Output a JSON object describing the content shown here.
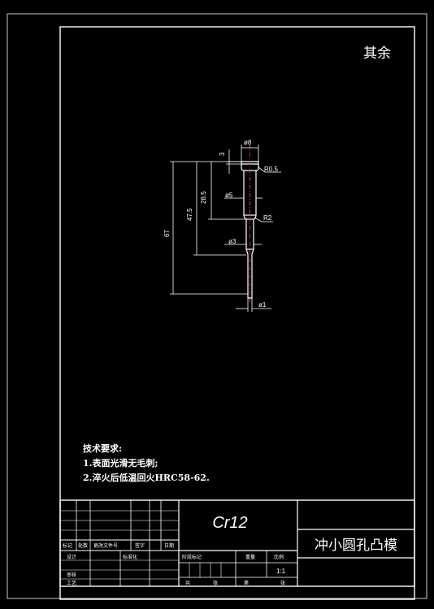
{
  "drawing": {
    "roughness_note": "其余",
    "part_name": "冲小圆孔凸模",
    "material": "Cr12",
    "scale": "1:1"
  },
  "dimensions": {
    "head_dia": "ø8",
    "head_height": "3",
    "head_radius": "R0.5",
    "shank_dia": "ø5",
    "fillet_radius": "R2",
    "step_dia": "ø3",
    "tip_dia": "ø1",
    "len_28_5": "28.5",
    "len_47_5": "47.5",
    "len_67": "67"
  },
  "tech_notes": {
    "title": "技术要求:",
    "item1": "1.表面光滑无毛刺;",
    "item2": "2.淬火后低温回火HRC58-62."
  },
  "title_block": {
    "row_labels": [
      "标记",
      "处数",
      "更改文件号",
      "签字",
      "日期"
    ],
    "design": "设计",
    "standardize": "标准化",
    "review": "审核",
    "process": "工艺",
    "stage_mark": "阶段标记",
    "weight": "重量",
    "scale_label": "比例",
    "sheets_total": "共",
    "sheet_no": "张",
    "sheet_word": "第",
    "sheet_word2": "张"
  }
}
